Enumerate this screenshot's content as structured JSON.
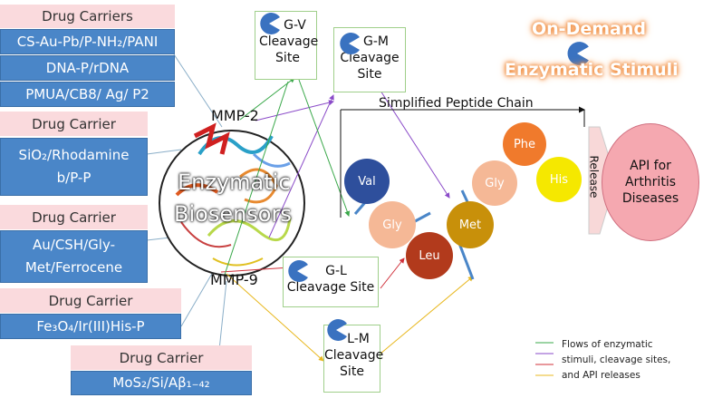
{
  "left_panel": {
    "box1": {
      "header": "Drug Carriers",
      "rows": [
        "CS-Au-Pb/P-NH₂/PANI",
        "DNA-P/rDNA",
        "PMUA/CB8/ Ag/ P2"
      ]
    },
    "box2": {
      "header": "Drug Carrier",
      "row1": "SiO₂/Rhodamine",
      "row2": "b/P-P"
    },
    "box3": {
      "header": "Drug Carrier",
      "row1": "Au/CSH/Gly-",
      "row2": "Met/Ferrocene"
    },
    "box4": {
      "header": "Drug Carrier",
      "row": "Fe₃O₄/Ir(III)His-P"
    },
    "box5": {
      "header": "Drug Carrier",
      "row": "MoS₂/Si/Aβ₁₋₄₂"
    }
  },
  "center": {
    "title1": "Enzymatic",
    "title2": "Biosensors",
    "mmp2": "MMP-2",
    "mmp9": "MMP-9"
  },
  "cleavage_sites": {
    "gv": {
      "l1": "G-V",
      "l2": "Cleavage",
      "l3": "Site"
    },
    "gm": {
      "l1": "G-M",
      "l2": "Cleavage",
      "l3": "Site"
    },
    "gl": {
      "l1": "G-L",
      "l2": "Cleavage Site"
    },
    "lm": {
      "l1": "L-M",
      "l2": "Cleavage",
      "l3": "Site"
    }
  },
  "peptide": {
    "title": "Simplified Peptide Chain",
    "amino_acids": {
      "val": "Val",
      "gly1": "Gly",
      "leu": "Leu",
      "met": "Met",
      "gly2": "Gly",
      "phe": "Phe",
      "his": "His"
    },
    "release": "Release",
    "api": {
      "l1": "API for",
      "l2": "Arthritis",
      "l3": "Diseases"
    }
  },
  "heading": {
    "l1": "On-Demand",
    "l2": "Enzymatic Stimuli"
  },
  "legend": {
    "l1": "Flows of enzymatic",
    "l2": "stimuli, cleavage sites,",
    "l3": "and API releases"
  },
  "colors": {
    "val": "#2e4f9c",
    "gly": "#f5b896",
    "leu": "#b23a1c",
    "met": "#c8900a",
    "phe": "#f07a2c",
    "his": "#f5e800",
    "api": "#f5a8b0",
    "blue_box": "#4a86c8",
    "pink_box": "#fadadd"
  }
}
